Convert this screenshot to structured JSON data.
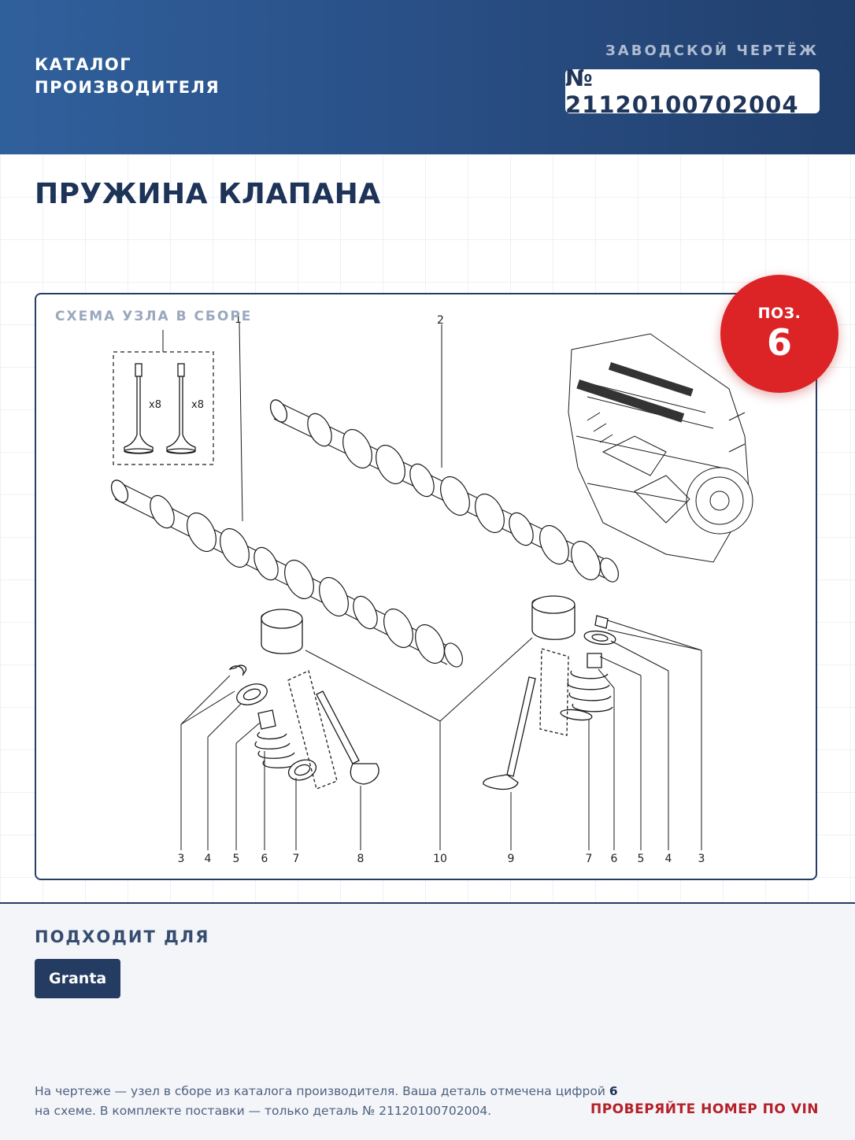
{
  "header": {
    "catalog_label": "КАТАЛОГ\nПРОИЗВОДИТЕЛЯ",
    "factory_label": "ЗАВОДСКОЙ ЧЕРТЁЖ",
    "part_number": "№ 21120100702004"
  },
  "title": "ПРУЖИНА КЛАПАНА",
  "diagram": {
    "caption": "СХЕМА УЗЛА В СБОРЕ",
    "position_label": "ПОЗ.",
    "position_number": "6",
    "valve_count_left": "x8",
    "valve_count_right": "x8",
    "callouts_top": [
      "1",
      "2"
    ],
    "callouts_bottom": [
      "3",
      "4",
      "5",
      "6",
      "7",
      "8",
      "10",
      "9",
      "7",
      "6",
      "5",
      "4",
      "3"
    ]
  },
  "fits": {
    "heading": "ПОДХОДИТ ДЛЯ",
    "models": [
      "Granta"
    ]
  },
  "footer": {
    "note_before": "На чертеже — узел в сборе из каталога производителя. Ваша деталь отмечена цифрой ",
    "note_highlight": "6",
    "note_after": " на схеме. В комплекте поставки — только деталь № 21120100702004.",
    "vin_warning": "ПРОВЕРЯЙТЕ НОМЕР ПО VIN"
  },
  "colors": {
    "header_start": "#30609c",
    "header_end": "#213f6c",
    "navy": "#1e3358",
    "badge_red": "#dc2326",
    "warning_red": "#b51f28"
  }
}
